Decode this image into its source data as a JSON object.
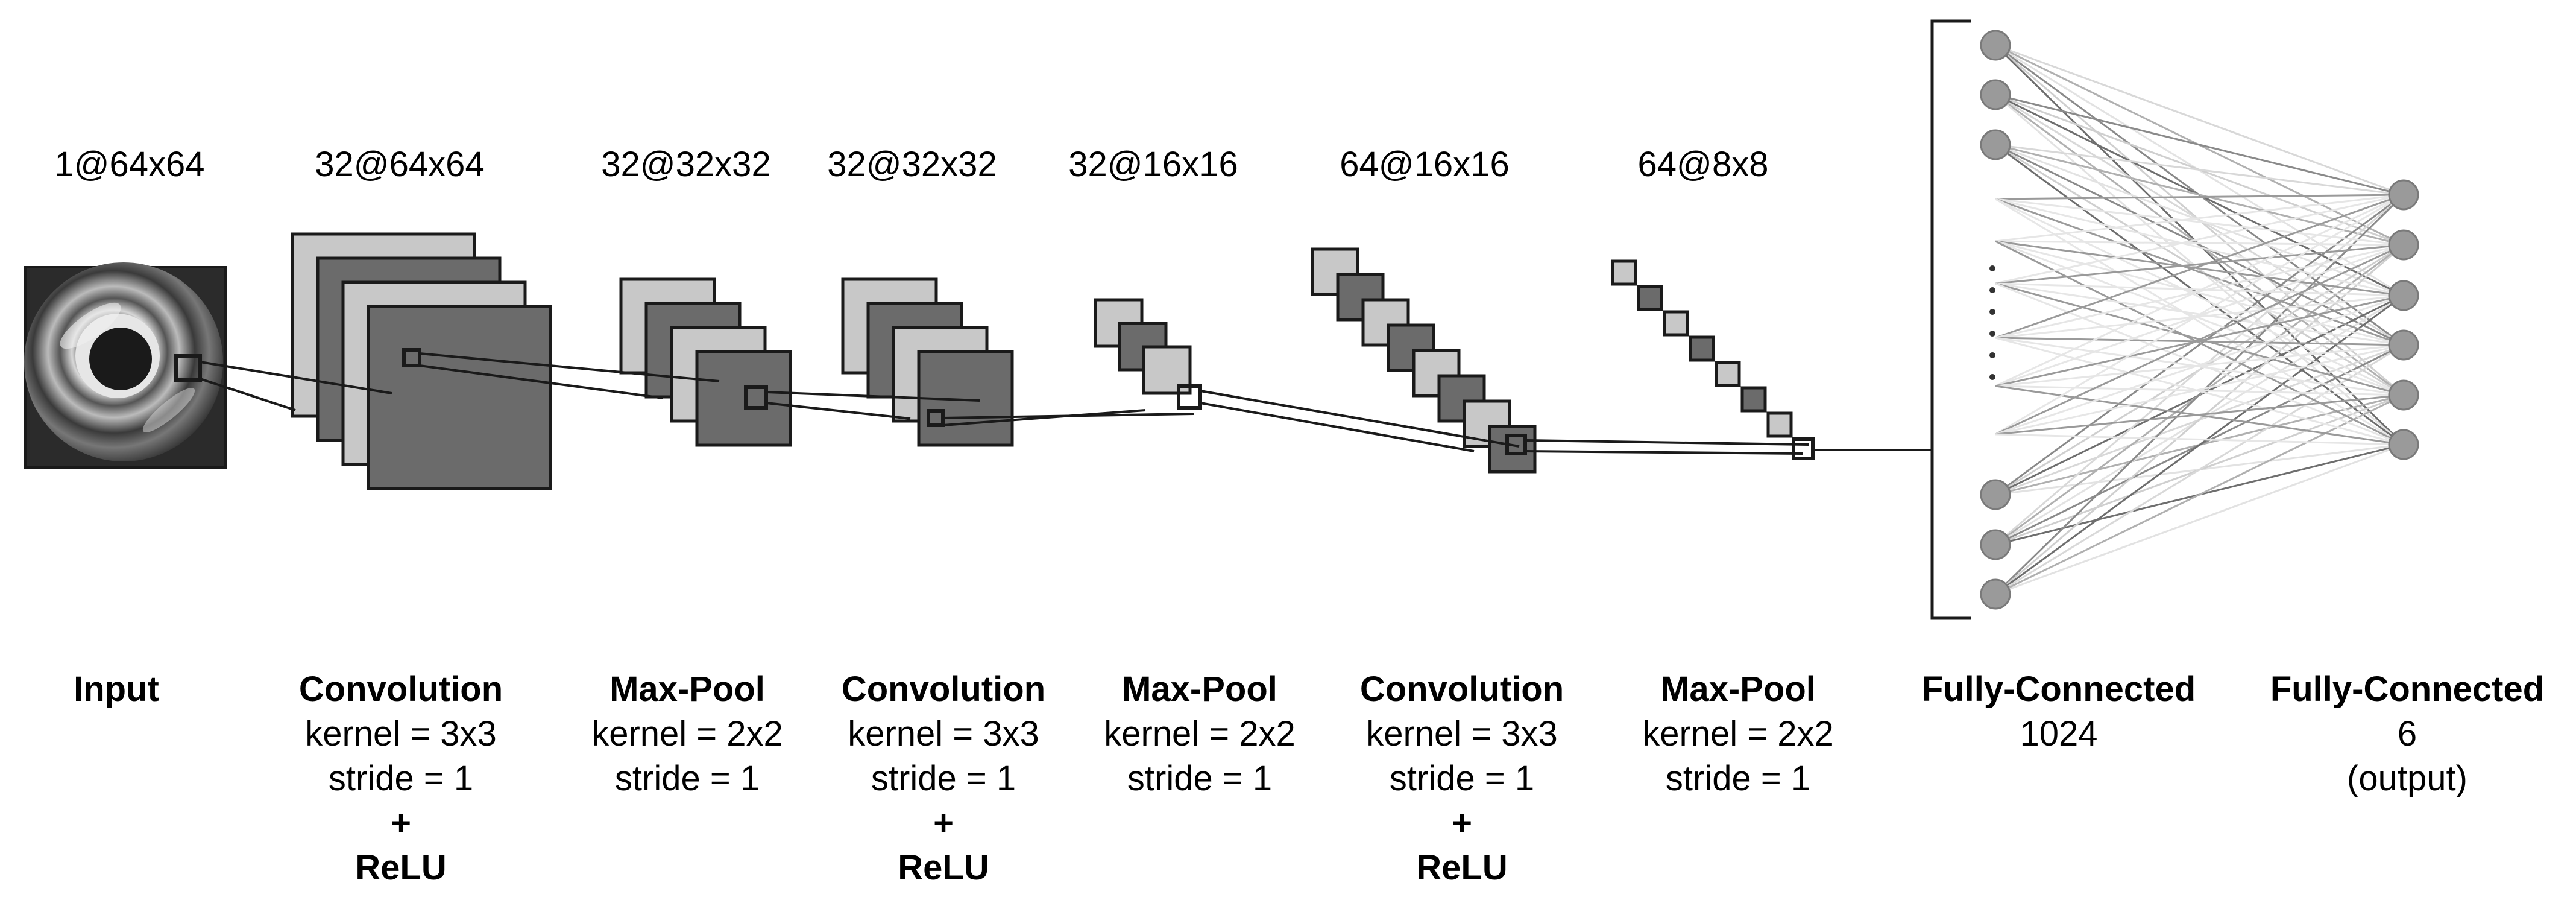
{
  "dimension_labels": [
    "1@64x64",
    "32@64x64",
    "32@32x32",
    "32@32x32",
    "32@16x16",
    "64@16x16",
    "64@8x8"
  ],
  "layers": [
    {
      "title": "Input",
      "lines": []
    },
    {
      "title": "Convolution",
      "lines": [
        "kernel = 3x3",
        "stride = 1"
      ],
      "plus": "+",
      "activation": "ReLU"
    },
    {
      "title": "Max-Pool",
      "lines": [
        "kernel = 2x2",
        "stride = 1"
      ]
    },
    {
      "title": "Convolution",
      "lines": [
        "kernel = 3x3",
        "stride = 1"
      ],
      "plus": "+",
      "activation": "ReLU"
    },
    {
      "title": "Max-Pool",
      "lines": [
        "kernel = 2x2",
        "stride = 1"
      ]
    },
    {
      "title": "Convolution",
      "lines": [
        "kernel = 3x3",
        "stride = 1"
      ],
      "plus": "+",
      "activation": "ReLU"
    },
    {
      "title": "Max-Pool",
      "lines": [
        "kernel = 2x2",
        "stride = 1"
      ]
    },
    {
      "title": "Fully-Connected",
      "lines": [
        "1024"
      ]
    },
    {
      "title": "Fully-Connected",
      "lines": [
        "6",
        "(output)"
      ]
    }
  ],
  "colors": {
    "map_light": "#c8c8c8",
    "map_dark": "#6b6b6b",
    "node_fill": "#9a9a9a",
    "node_stroke": "#7a7a7a",
    "stroke": "#1a1a1a"
  },
  "fc_hidden_nodes": {
    "top_shown": 3,
    "bottom_shown": 3,
    "ellipsis": "⋮"
  },
  "fc_output_nodes": 6
}
